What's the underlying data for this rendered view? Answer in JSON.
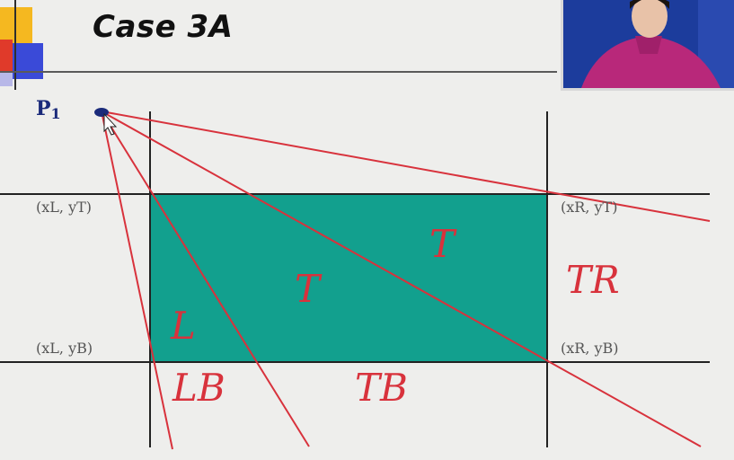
{
  "slide": {
    "title": "Case 3A"
  },
  "diagram": {
    "point_label": "P",
    "point_subscript": "1",
    "corner_labels": {
      "top_left": "(xL, yT)",
      "top_right": "(xR, yT)",
      "bottom_left": "(xL, yB)",
      "bottom_right": "(xR, yB)"
    },
    "regions": {
      "t_upper": "T",
      "t_lower": "T",
      "tr": "TR",
      "l": "L",
      "lb": "LB",
      "tb": "TB"
    },
    "colors": {
      "clip_window": "#12a08e",
      "boundary_lines": "#222222",
      "rays": "#d8323c",
      "point": "#1a2a7a"
    }
  }
}
